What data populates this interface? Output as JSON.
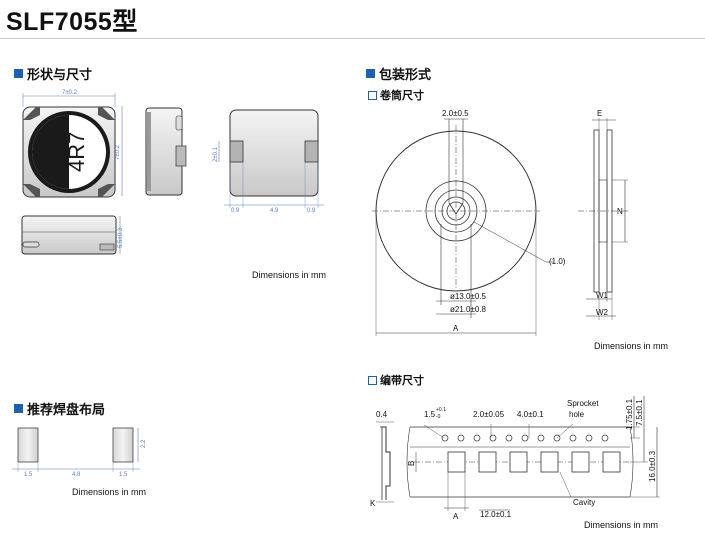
{
  "title": "SLF7055型",
  "sections": {
    "shape_dims": "形状与尺寸",
    "packaging": "包装形式",
    "reel_dims": "卷筒尺寸",
    "land_pattern": "推荐焊盘布局",
    "tape_dims": "编带尺寸"
  },
  "notes": {
    "dim_units": "Dimensions in mm"
  },
  "component": {
    "marking": "4R7",
    "dim_top_width": "7±0.2",
    "dim_top_height": "7±0.2",
    "dim_side_height": "5.5±0.3",
    "dim_terminal_height": "2±0.1",
    "dim_terminal_left": "0.9",
    "dim_center_gap": "4.9",
    "dim_terminal_right": "0.9"
  },
  "land": {
    "pad_height": "2.2",
    "pad_left_width": "1.5",
    "pad_gap": "4.8",
    "pad_right_width": "1.5"
  },
  "reel": {
    "dim_2": "2.0±0.5",
    "dim_1": "(1.0)",
    "dim_13": "ø13.0±0.5",
    "dim_21": "ø21.0±0.8",
    "dim_A": "A",
    "dim_E": "E",
    "dim_N": "N",
    "dim_W1": "W1",
    "dim_W2": "W2"
  },
  "tape": {
    "dim_04": "0.4",
    "dim_15_base": "1.5",
    "dim_15_tol": "+0.1",
    "dim_15_tol2": "-0",
    "dim_20": "2.0±0.05",
    "dim_40": "4.0±0.1",
    "sprocket_1": "Sprocket",
    "sprocket_2": "hole",
    "dim_175": "1.75±0.1",
    "dim_75": "7.5±0.1",
    "dim_160": "16.0±0.3",
    "dim_B": "B",
    "dim_K": "K",
    "dim_A": "A",
    "dim_120": "12.0±0.1",
    "cavity": "Cavity"
  }
}
